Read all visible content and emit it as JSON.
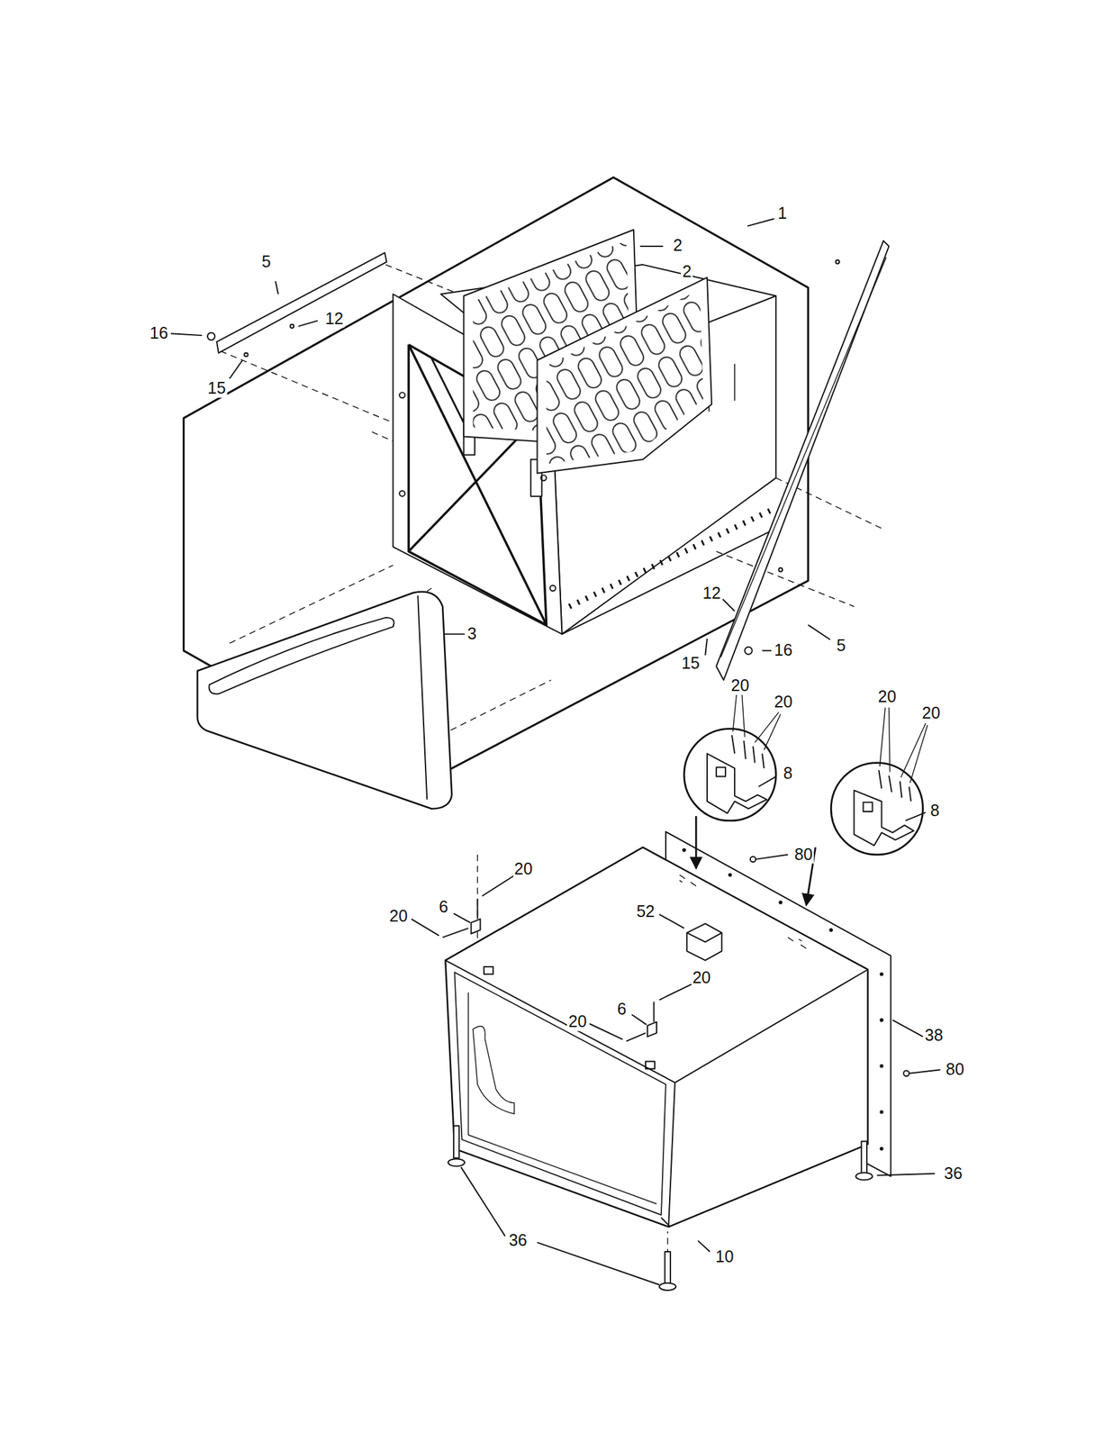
{
  "diagram": {
    "labels": [
      "1",
      "5",
      "2",
      "2",
      "16",
      "12",
      "15",
      "3",
      "12",
      "15",
      "16",
      "5",
      "20",
      "20",
      "20",
      "20",
      "8",
      "8",
      "20",
      "6",
      "20",
      "80",
      "52",
      "20",
      "6",
      "20",
      "38",
      "80",
      "36",
      "36",
      "10"
    ]
  }
}
